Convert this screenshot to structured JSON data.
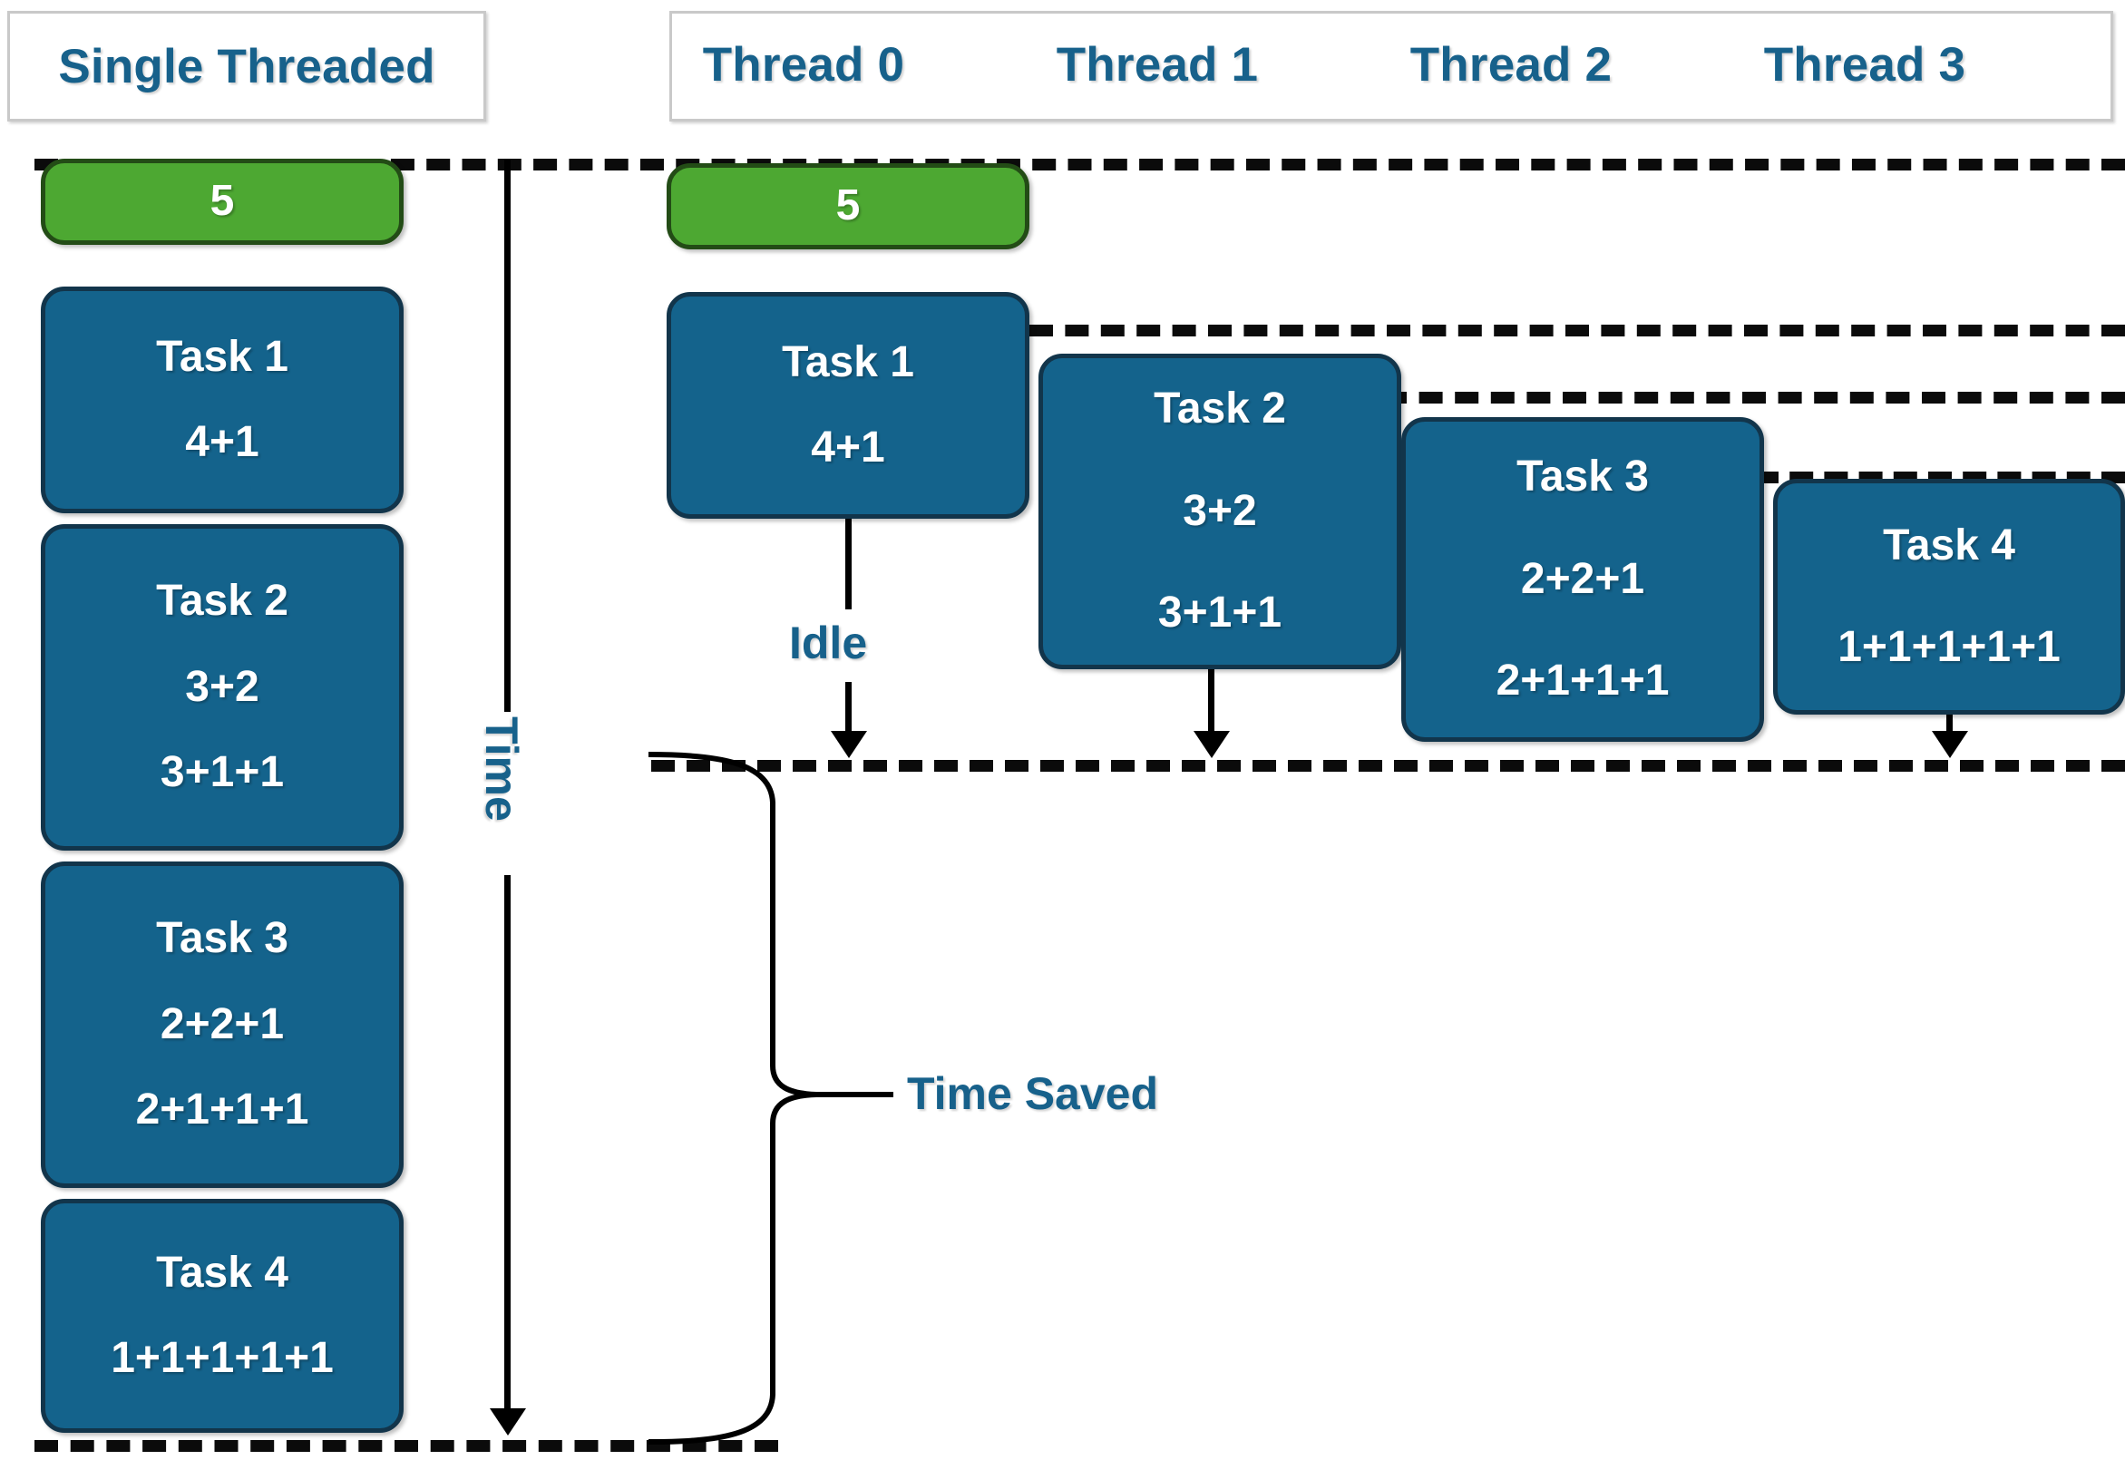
{
  "headers": {
    "single_threaded": "Single Threaded",
    "threads": [
      "Thread 0",
      "Thread 1",
      "Thread 2",
      "Thread 3"
    ]
  },
  "colors": {
    "task_blue": "#14638c",
    "overhead_green": "#4da832",
    "label_blue": "#17618b",
    "outline": "#12354b",
    "dashed_line": "#0b0b0b"
  },
  "annotations": {
    "time_axis": "Time",
    "idle": "Idle",
    "time_saved": "Time Saved"
  },
  "single_threaded_column": {
    "blocks": [
      {
        "kind": "overhead",
        "lines": [
          "5"
        ]
      },
      {
        "kind": "task",
        "lines": [
          "Task 1",
          "4+1"
        ]
      },
      {
        "kind": "task",
        "lines": [
          "Task 2",
          "3+2",
          "3+1+1"
        ]
      },
      {
        "kind": "task",
        "lines": [
          "Task 3",
          "2+2+1",
          "2+1+1+1"
        ]
      },
      {
        "kind": "task",
        "lines": [
          "Task 4",
          "1+1+1+1+1"
        ]
      }
    ]
  },
  "multi_threaded_columns": [
    {
      "thread": "Thread 0",
      "blocks": [
        {
          "kind": "overhead",
          "lines": [
            "5"
          ]
        },
        {
          "kind": "task",
          "lines": [
            "Task 1",
            "4+1"
          ]
        }
      ],
      "idle_after": true
    },
    {
      "thread": "Thread 1",
      "blocks": [
        {
          "kind": "task",
          "lines": [
            "Task 2",
            "3+2",
            "3+1+1"
          ]
        }
      ],
      "idle_after": false
    },
    {
      "thread": "Thread 2",
      "blocks": [
        {
          "kind": "task",
          "lines": [
            "Task 3",
            "2+2+1",
            "2+1+1+1"
          ]
        }
      ],
      "idle_after": false
    },
    {
      "thread": "Thread 3",
      "blocks": [
        {
          "kind": "task",
          "lines": [
            "Task 4",
            "1+1+1+1+1"
          ]
        }
      ],
      "idle_after": false
    }
  ]
}
